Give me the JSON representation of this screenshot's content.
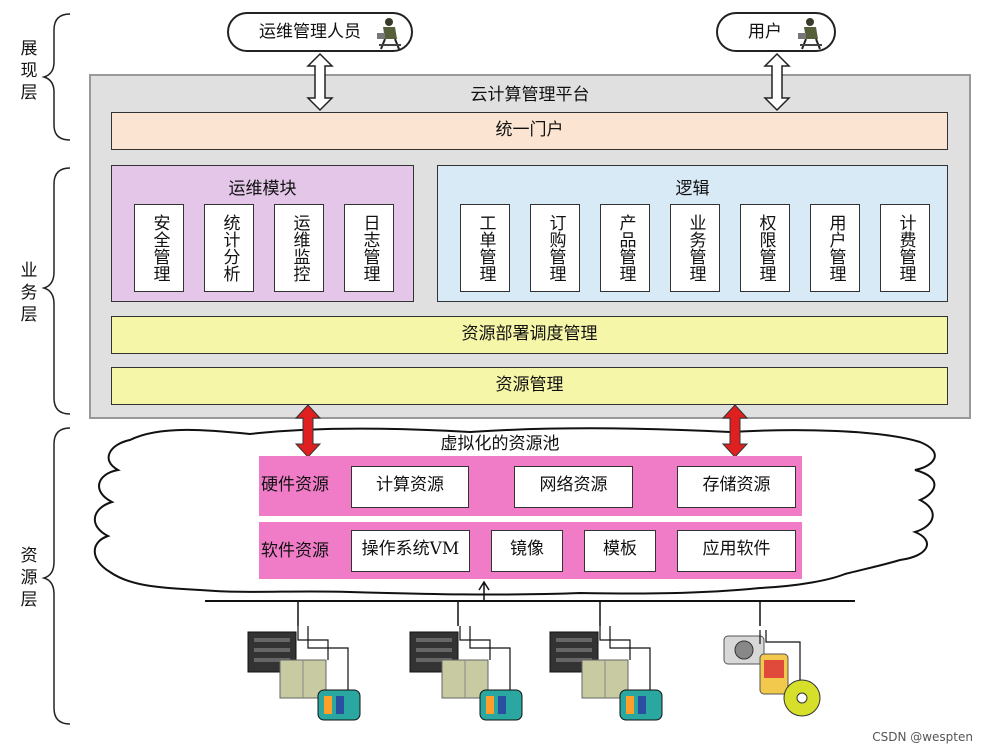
{
  "layers": {
    "presentation": "展现层",
    "business": "业务层",
    "resource": "资源层"
  },
  "roles": {
    "ops_staff": "运维管理人员",
    "user": "用户"
  },
  "platform": {
    "title": "云计算管理平台",
    "portal": "统一门户",
    "ops_module": {
      "title": "运维模块",
      "items": [
        "安全管理",
        "统计分析",
        "运维监控",
        "日志管理"
      ]
    },
    "logic": {
      "title": "逻辑",
      "items": [
        "工单管理",
        "订购管理",
        "产品管理",
        "业务管理",
        "权限管理",
        "用户管理",
        "计费管理"
      ]
    },
    "deploy": "资源部署调度管理",
    "resource_mgmt": "资源管理"
  },
  "pool": {
    "title": "虚拟化的资源池",
    "hardware": {
      "label": "硬件资源",
      "items": [
        "计算资源",
        "网络资源",
        "存储资源"
      ]
    },
    "software": {
      "label": "软件资源",
      "items": [
        "操作系统VM",
        "镜像",
        "模板",
        "应用软件"
      ]
    }
  },
  "footer": "CSDN @wespten",
  "colors": {
    "platform_bg": "#e0e0e0",
    "portal": "#fbe5d2",
    "ops_module": "#e3c6e8",
    "logic": "#d9eaf7",
    "yellow_bar": "#f6f6a8",
    "pool_pink": "#f07cc8",
    "red_arrow": "#e02020"
  },
  "icons": [
    "person-at-computer-icon",
    "server-rack-icon",
    "storage-array-icon",
    "tape-library-icon",
    "camera-icon",
    "phone-icon",
    "optical-disc-icon"
  ]
}
